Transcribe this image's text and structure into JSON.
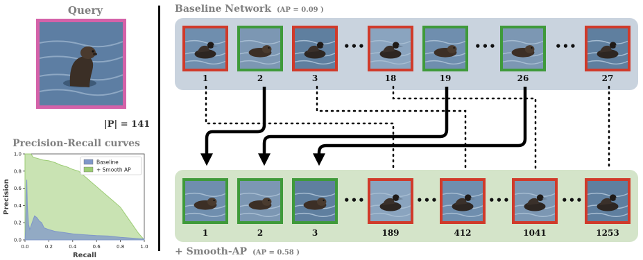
{
  "query": {
    "title": "Query",
    "positive_count_label": "|P| = 141"
  },
  "baseline": {
    "title": "Baseline Network",
    "ap_label": "(AP = 0.09 )",
    "items": [
      {
        "rank": "1",
        "correct": false
      },
      {
        "rank": "2",
        "correct": true
      },
      {
        "rank": "3",
        "correct": false
      },
      {
        "rank": "18",
        "correct": false
      },
      {
        "rank": "19",
        "correct": true
      },
      {
        "rank": "26",
        "correct": true
      },
      {
        "rank": "27",
        "correct": false
      }
    ]
  },
  "smooth_ap": {
    "title": "+ Smooth-AP",
    "ap_label": "(AP = 0.58 )",
    "items": [
      {
        "rank": "1",
        "correct": true
      },
      {
        "rank": "2",
        "correct": true
      },
      {
        "rank": "3",
        "correct": true
      },
      {
        "rank": "189",
        "correct": false
      },
      {
        "rank": "412",
        "correct": false
      },
      {
        "rank": "1041",
        "correct": false
      },
      {
        "rank": "1253",
        "correct": false
      }
    ]
  },
  "ellipsis": "•••",
  "colors": {
    "correct_border": "#3f9a3a",
    "incorrect_border": "#d03a2a",
    "query_border": "#d462a9",
    "baseline_band": "#c9d3de",
    "smooth_band": "#d4e4c9",
    "baseline_series": "#7f97c9",
    "smooth_series": "#9ccc74"
  },
  "chart_data": {
    "type": "area",
    "title": "Precision-Recall curves",
    "xlabel": "Recall",
    "ylabel": "Precision",
    "xlim": [
      0,
      1
    ],
    "ylim": [
      0,
      1
    ],
    "xticks": [
      "0.0",
      "0.2",
      "0.4",
      "0.6",
      "0.8",
      "1.0"
    ],
    "yticks": [
      "0.0",
      "0.2",
      "0.4",
      "0.6",
      "0.8",
      "1.0"
    ],
    "legend_position": "top-right",
    "series": [
      {
        "name": "Baseline",
        "points": [
          [
            0,
            0.0
          ],
          [
            0.005,
            0.1
          ],
          [
            0.01,
            0.5
          ],
          [
            0.015,
            0.7
          ],
          [
            0.02,
            0.4
          ],
          [
            0.03,
            0.18
          ],
          [
            0.04,
            0.12
          ],
          [
            0.06,
            0.2
          ],
          [
            0.08,
            0.28
          ],
          [
            0.1,
            0.26
          ],
          [
            0.12,
            0.22
          ],
          [
            0.14,
            0.2
          ],
          [
            0.16,
            0.14
          ],
          [
            0.2,
            0.12
          ],
          [
            0.25,
            0.1
          ],
          [
            0.3,
            0.09
          ],
          [
            0.4,
            0.07
          ],
          [
            0.5,
            0.06
          ],
          [
            0.6,
            0.05
          ],
          [
            0.7,
            0.045
          ],
          [
            0.8,
            0.03
          ],
          [
            0.9,
            0.02
          ],
          [
            1.0,
            0.01
          ]
        ]
      },
      {
        "name": "+ Smooth AP",
        "points": [
          [
            0,
            1.0
          ],
          [
            0.05,
            1.0
          ],
          [
            0.07,
            0.96
          ],
          [
            0.1,
            0.95
          ],
          [
            0.15,
            0.93
          ],
          [
            0.2,
            0.92
          ],
          [
            0.25,
            0.9
          ],
          [
            0.3,
            0.87
          ],
          [
            0.35,
            0.85
          ],
          [
            0.4,
            0.82
          ],
          [
            0.45,
            0.8
          ],
          [
            0.5,
            0.74
          ],
          [
            0.55,
            0.68
          ],
          [
            0.6,
            0.62
          ],
          [
            0.65,
            0.56
          ],
          [
            0.7,
            0.5
          ],
          [
            0.75,
            0.44
          ],
          [
            0.8,
            0.38
          ],
          [
            0.85,
            0.28
          ],
          [
            0.9,
            0.18
          ],
          [
            0.95,
            0.08
          ],
          [
            1.0,
            0.0
          ]
        ]
      }
    ]
  }
}
